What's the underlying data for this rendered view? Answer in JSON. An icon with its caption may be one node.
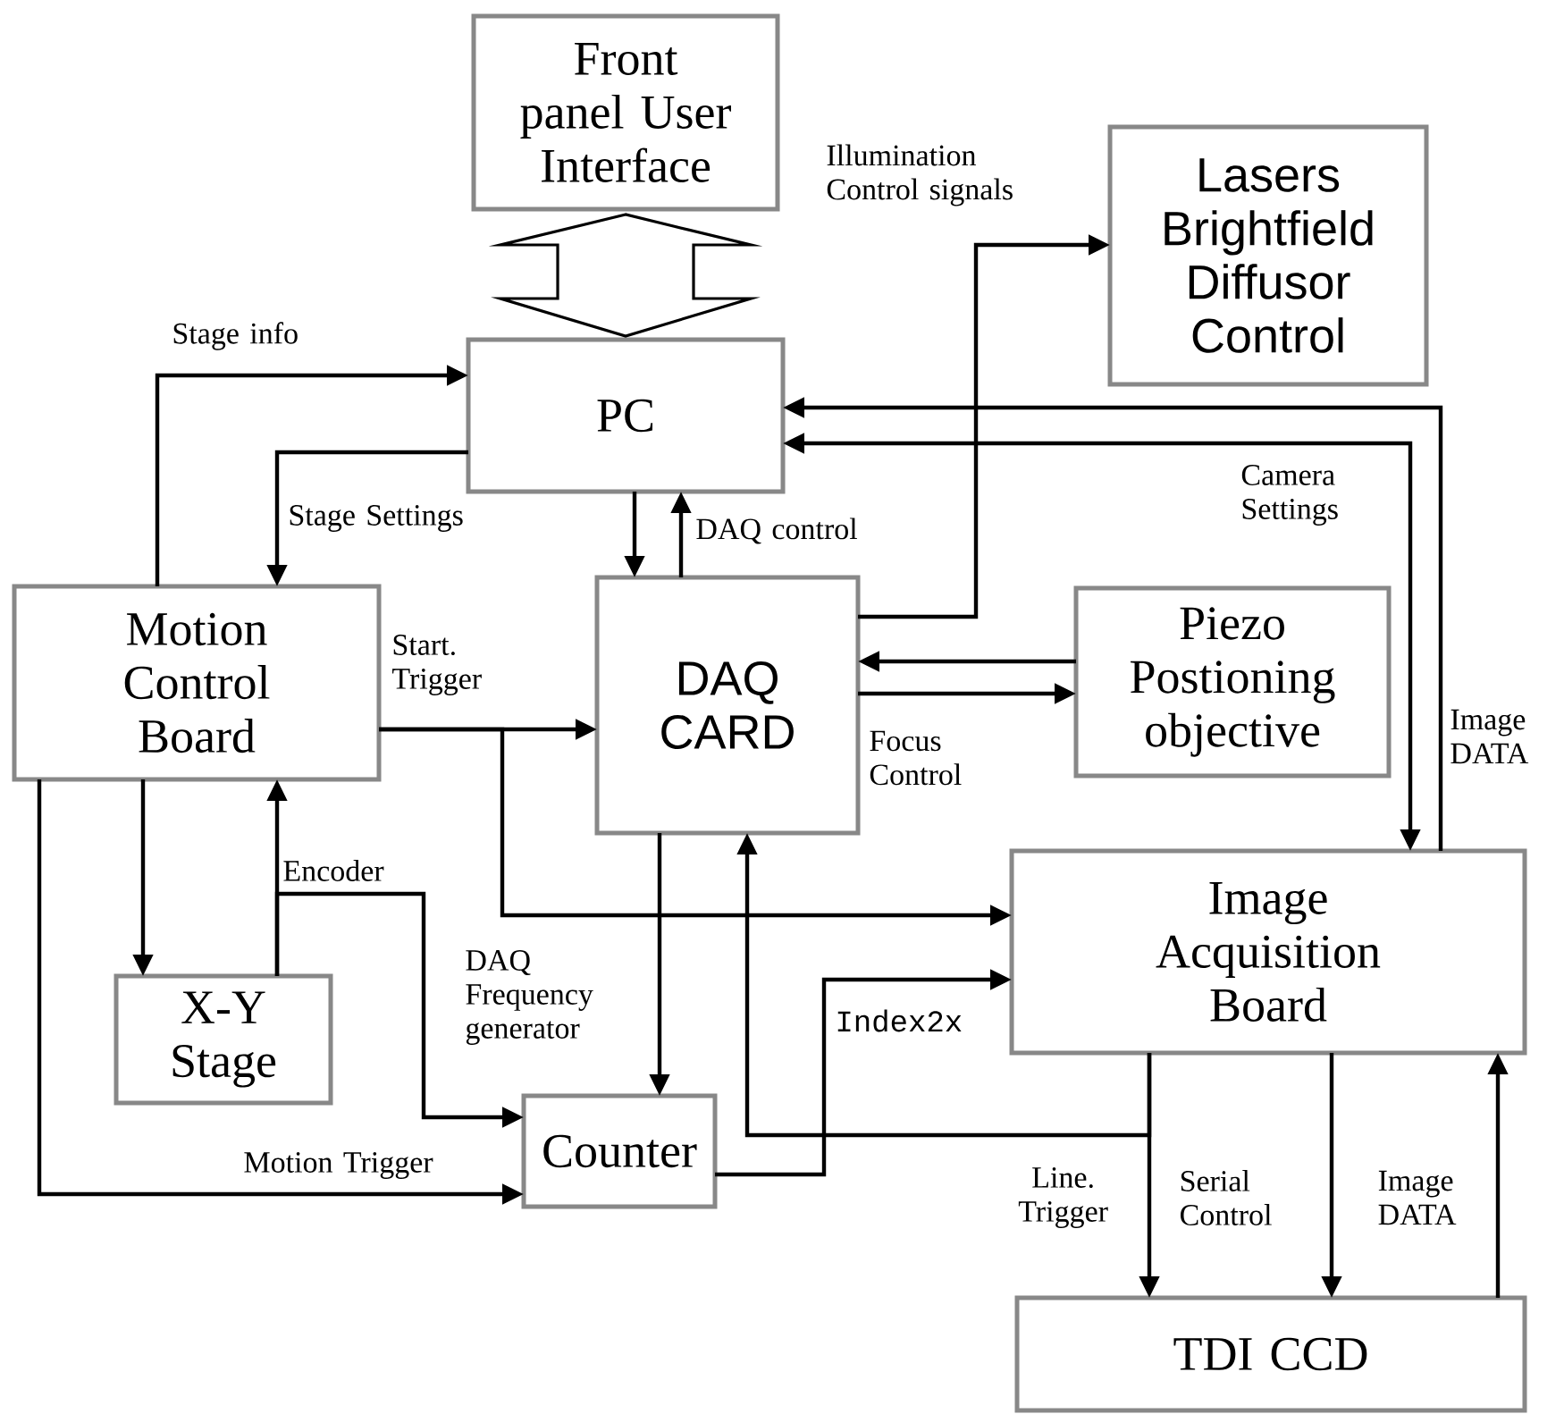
{
  "diagram": {
    "nodes": [
      {
        "text": [
          "Front panel User Interface"
        ]
      },
      {
        "text": [
          "Lasers Brightfield Diffusor Control"
        ]
      },
      {
        "text": [
          "PC"
        ]
      },
      {
        "text": [
          "Motion Control Board"
        ]
      },
      {
        "text": [
          "DAQ CARD"
        ]
      },
      {
        "text": [
          "Piezo Postioning objective"
        ]
      },
      {
        "text": [
          "Image Acquisition Board"
        ]
      },
      {
        "text": [
          "X-Y Stage"
        ]
      },
      {
        "text": [
          "Counter"
        ]
      },
      {
        "text": [
          "TDI CCD"
        ]
      }
    ],
    "edges": [
      {
        "from": 0,
        "to": 2,
        "arrow": "both",
        "style": "thick"
      },
      {
        "from": 3,
        "to": 2,
        "arrow": "to",
        "label": "Stage info"
      },
      {
        "from": 2,
        "to": 3,
        "arrow": "to",
        "label": "Stage Settings"
      },
      {
        "from": 2,
        "to": 4,
        "arrow": "to"
      },
      {
        "from": 4,
        "to": 2,
        "arrow": "to",
        "label": "DAQ control"
      },
      {
        "from": 4,
        "to": 1,
        "arrow": "to",
        "label": "Illumination Control signals"
      },
      {
        "from": 6,
        "to": 2,
        "arrow": "to",
        "label": "Image DATA"
      },
      {
        "from": 2,
        "to": 6,
        "arrow": "both",
        "label": "Camera Settings"
      },
      {
        "from": 5,
        "to": 4,
        "arrow": "to"
      },
      {
        "from": 4,
        "to": 5,
        "arrow": "to",
        "label": "Focus Control"
      },
      {
        "from": 3,
        "to": 4,
        "arrow": "to",
        "label": "Start. Trigger"
      },
      {
        "from": 3,
        "to": 6,
        "arrow": "to"
      },
      {
        "from": 3,
        "to": 7,
        "arrow": "to"
      },
      {
        "from": 7,
        "to": 3,
        "arrow": "to",
        "label": "Encoder"
      },
      {
        "from": 7,
        "to": 8,
        "arrow": "to"
      },
      {
        "from": 3,
        "to": 8,
        "arrow": "to",
        "label": "Motion Trigger"
      },
      {
        "from": 4,
        "to": 8,
        "arrow": "to",
        "label": "DAQ Frequency generator"
      },
      {
        "from": 8,
        "to": 6,
        "arrow": "to",
        "label": "Index2x"
      },
      {
        "from": 6,
        "to": 9,
        "arrow": "to",
        "label": "Line. Trigger"
      },
      {
        "from": 6,
        "to": 4,
        "arrow": "to"
      },
      {
        "from": 6,
        "to": 9,
        "arrow": "to",
        "label": "Serial Control"
      },
      {
        "from": 9,
        "to": 6,
        "arrow": "to",
        "label": "Image DATA"
      }
    ]
  }
}
